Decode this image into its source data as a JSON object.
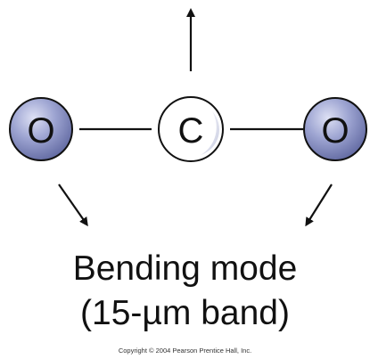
{
  "atoms": {
    "left": "O",
    "center": "C",
    "right": "O"
  },
  "caption": {
    "line1": "Bending mode",
    "line2": "(15-µm band)"
  },
  "copyright": "Copyright © 2004 Pearson Prentice Hall, Inc.",
  "colors": {
    "oxygen_fill": "#8a92c6",
    "oxygen_highlight": "#d8dcf2",
    "carbon_fill": "#ffffff",
    "ink": "#111111"
  }
}
